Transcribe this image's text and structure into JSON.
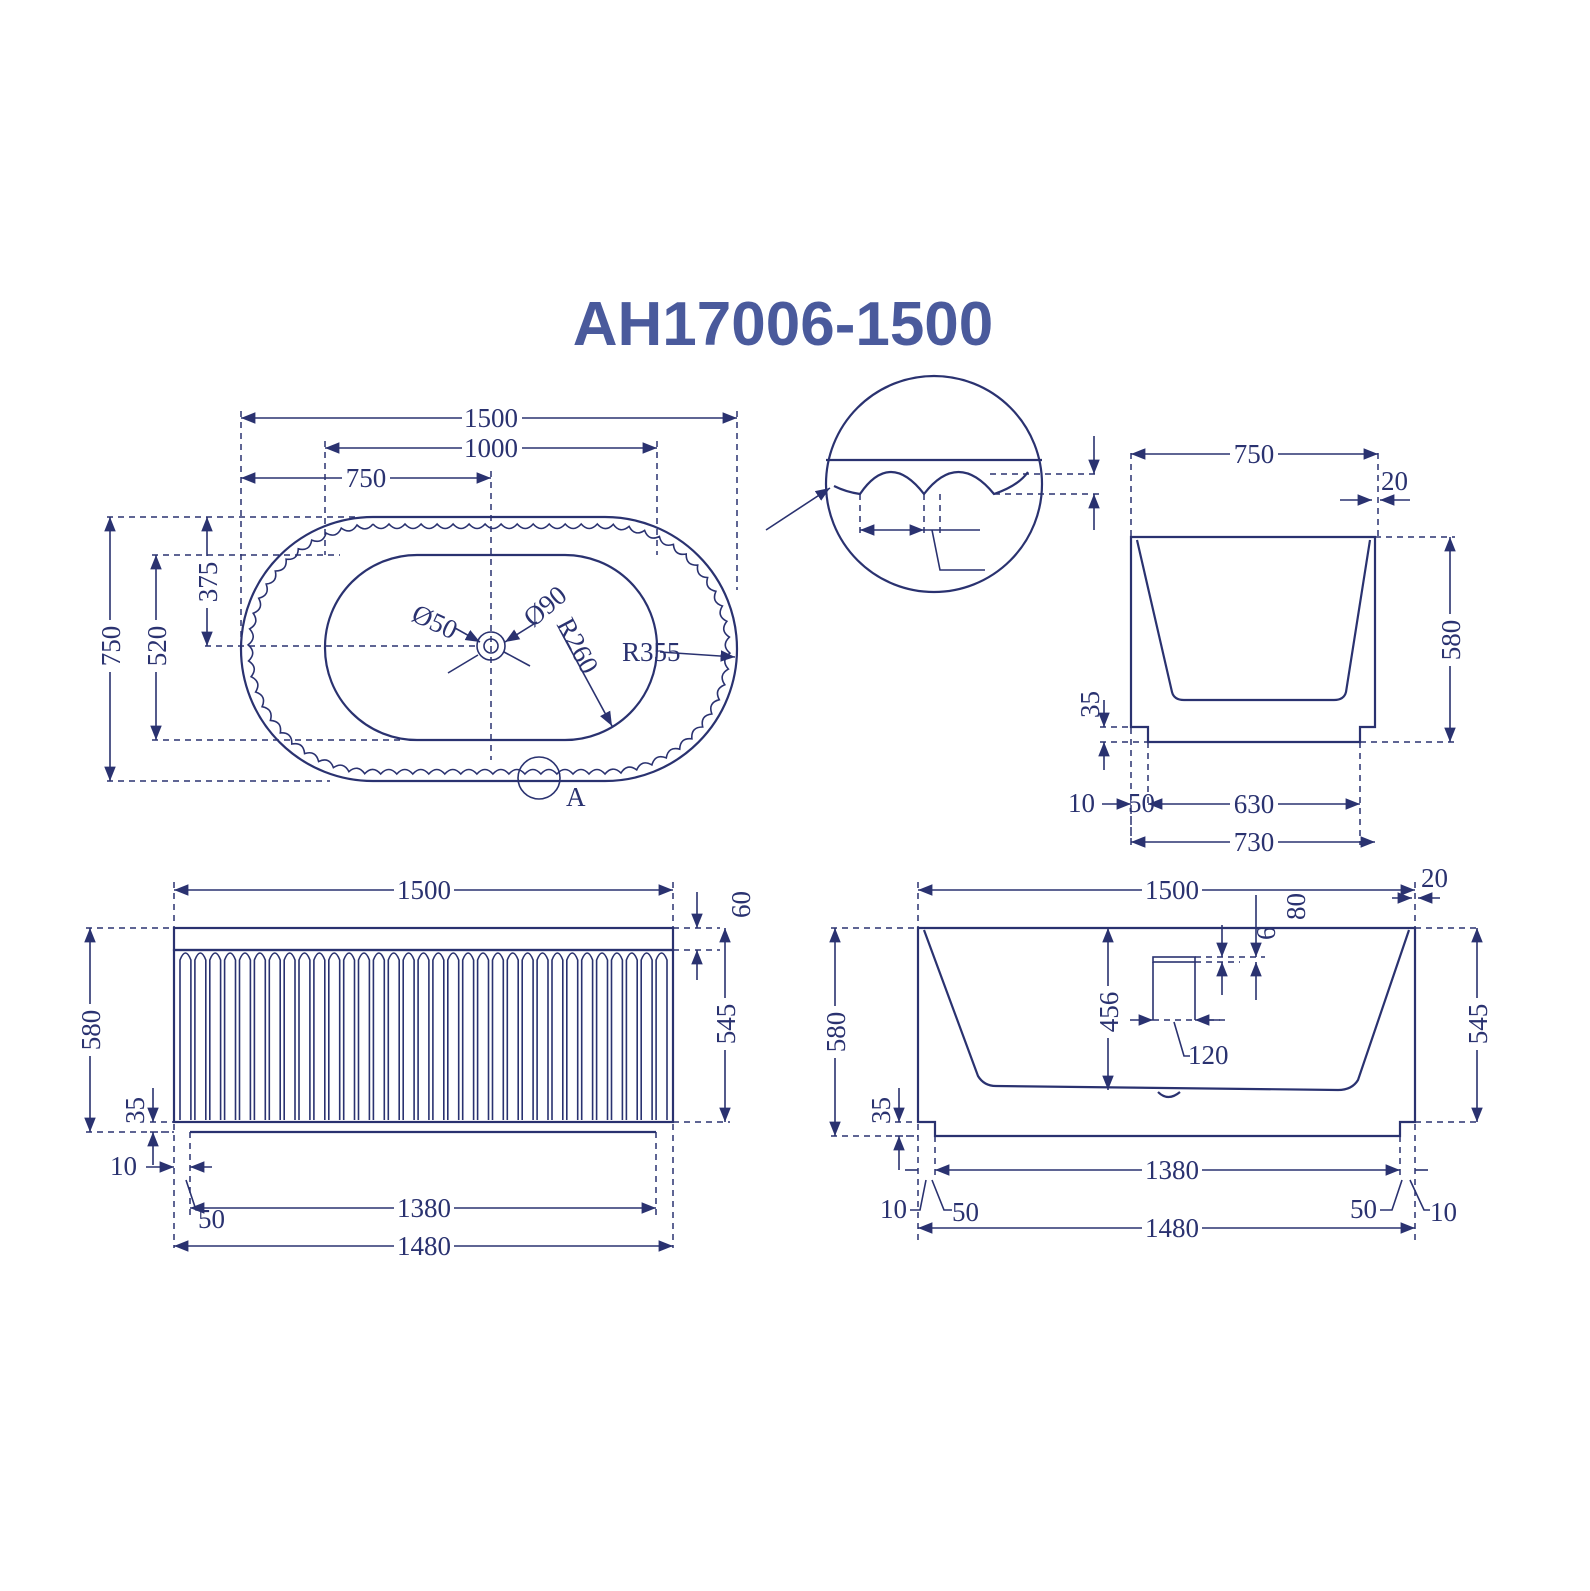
{
  "title": "AH17006-1500",
  "colors": {
    "line": "#2a3270",
    "title": "#4a5a9c",
    "paper": "#ffffff"
  },
  "top_view": {
    "overall_length": "1500",
    "length_1000": "1000",
    "length_750": "750",
    "overall_width": "750",
    "inner_width": "520",
    "half_width": "375",
    "drain_dia_50": "Ø50",
    "drain_dia_90": "Ø90",
    "inner_radius": "R260",
    "outer_radius": "R355",
    "detail_ref": "A"
  },
  "end_view": {
    "width_top": "750",
    "rim": "20",
    "height": "580",
    "base": "35",
    "offset_10": "10",
    "offset_50": "50",
    "inner_base": "630",
    "base_width": "730"
  },
  "front_view": {
    "length_top": "1500",
    "rim_60": "60",
    "height": "580",
    "fluted_height": "545",
    "base": "35",
    "offset_10": "10",
    "offset_50": "50",
    "inner_base": "1380",
    "base_length": "1480"
  },
  "section_view": {
    "length_top": "1500",
    "rim": "20",
    "overflow_80": "80",
    "overflow_6": "6",
    "depth_456": "456",
    "overflow_120": "120",
    "height": "580",
    "wall_height": "545",
    "base": "35",
    "left_10": "10",
    "left_50": "50",
    "inner_base": "1380",
    "right_50": "50",
    "right_10": "10",
    "base_length": "1480"
  }
}
